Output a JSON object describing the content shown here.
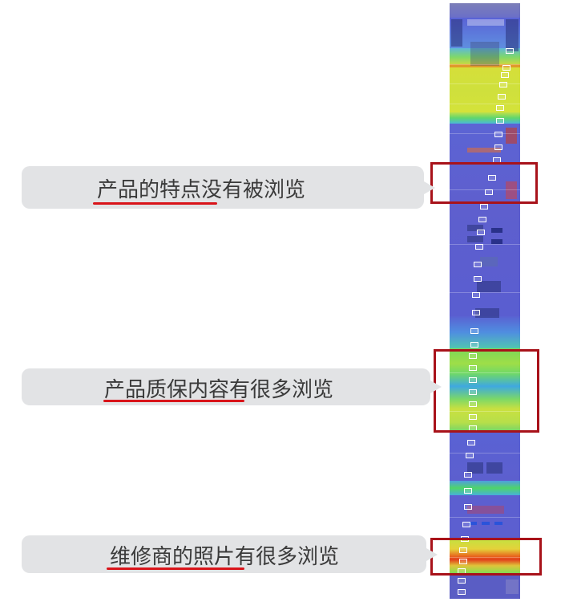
{
  "callouts": [
    {
      "text": "产品的特点没有被浏览",
      "highlight": "产品的特点"
    },
    {
      "text": "产品质保内容有很多浏览",
      "highlight": "产品质保内容"
    },
    {
      "text": "维修商的照片有很多浏览",
      "highlight": "维修商的照片"
    }
  ],
  "colors": {
    "callout_bg": "#e2e3e5",
    "underline": "#d9141a",
    "box_border": "#a8121a",
    "heat_cold": "#5b5fd0",
    "heat_cool": "#46a8e0",
    "heat_mid": "#4fd46a",
    "heat_warm": "#d8e33a",
    "heat_hot": "#e8421e"
  },
  "heatmap": {
    "description": "scroll heatmap of product webpage",
    "highlight_boxes": [
      "features-section",
      "warranty-section",
      "dealer-photos-section"
    ]
  }
}
